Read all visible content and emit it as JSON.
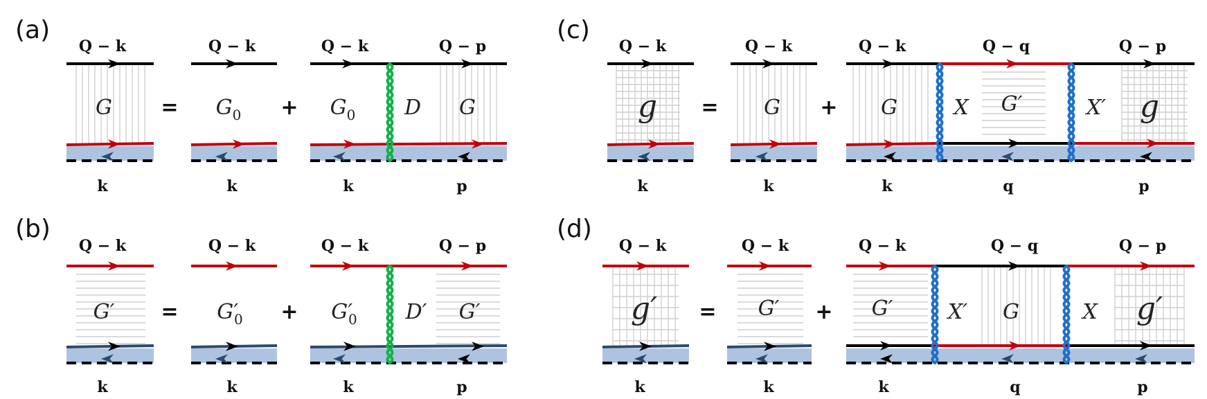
{
  "colors": {
    "black_line": "#000000",
    "red_line": "#c0000c",
    "blue_line": "#2c4a6e",
    "shade": "#9fb8da",
    "green_wavy": "#14b04a",
    "blue_wavy": "#1f6fc8",
    "grid": "#cfcfcf"
  },
  "panels": {
    "a": {
      "label": "(a)",
      "lhs": {
        "top": "Q − k",
        "bottom": "k",
        "symbol": "G",
        "sub": ""
      },
      "term1": {
        "top": "Q − k",
        "bottom": "k",
        "symbol": "G",
        "sub": "0"
      },
      "term2": {
        "top_left": "Q − k",
        "top_right": "Q − p",
        "bottom_left": "k",
        "bottom_right": "p",
        "left_symbol": "G",
        "left_sub": "0",
        "right_symbol": "G",
        "kernel": "D"
      },
      "equals": "=",
      "plus": "+"
    },
    "b": {
      "label": "(b)",
      "lhs": {
        "top": "Q − k",
        "bottom": "k",
        "symbol": "G′",
        "sub": ""
      },
      "term1": {
        "top": "Q − k",
        "bottom": "k",
        "symbol": "G′",
        "sub": "0"
      },
      "term2": {
        "top_left": "Q − k",
        "top_right": "Q − p",
        "bottom_left": "k",
        "bottom_right": "p",
        "left_symbol": "G′",
        "left_sub": "0",
        "right_symbol": "G′",
        "kernel": "D′"
      },
      "equals": "=",
      "plus": "+"
    },
    "c": {
      "label": "(c)",
      "lhs": {
        "top": "Q − k",
        "bottom": "k",
        "symbol": "g"
      },
      "term1": {
        "top": "Q − k",
        "bottom": "k",
        "symbol": "G"
      },
      "term2": {
        "top_left": "Q − k",
        "top_mid": "Q − q",
        "top_right": "Q − p",
        "bottom_left": "k",
        "bottom_mid": "q",
        "bottom_right": "p",
        "left_symbol": "G",
        "mid_symbol": "G′",
        "right_symbol": "g",
        "kernel1": "X",
        "kernel2": "X′"
      },
      "equals": "=",
      "plus": "+"
    },
    "d": {
      "label": "(d)",
      "lhs": {
        "top": "Q − k",
        "bottom": "k",
        "symbol": "g′"
      },
      "term1": {
        "top": "Q − k",
        "bottom": "k",
        "symbol": "G′"
      },
      "term2": {
        "top_left": "Q − k",
        "top_mid": "Q − q",
        "top_right": "Q − p",
        "bottom_left": "k",
        "bottom_mid": "q",
        "bottom_right": "p",
        "left_symbol": "G′",
        "mid_symbol": "G",
        "right_symbol": "g′",
        "kernel1": "X′",
        "kernel2": "X"
      },
      "equals": "=",
      "plus": "+"
    }
  }
}
